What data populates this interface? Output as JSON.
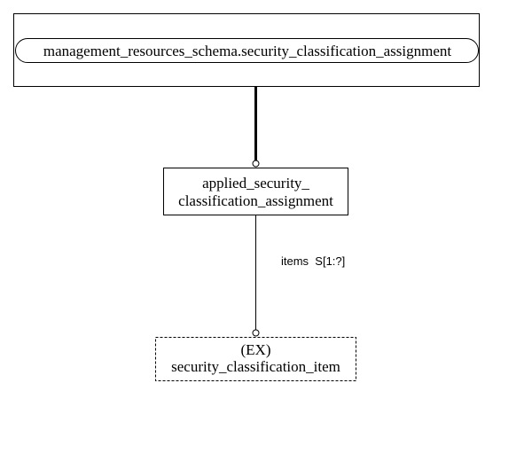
{
  "schema_box": {
    "label": "management_resources_schema.security_classification_assignment"
  },
  "entity_box": {
    "line1": "applied_security_",
    "line2": "classification_assignment"
  },
  "relation": {
    "label": "items  S[1:?]"
  },
  "external_box": {
    "line1": "(EX)",
    "line2": "security_classification_item"
  }
}
